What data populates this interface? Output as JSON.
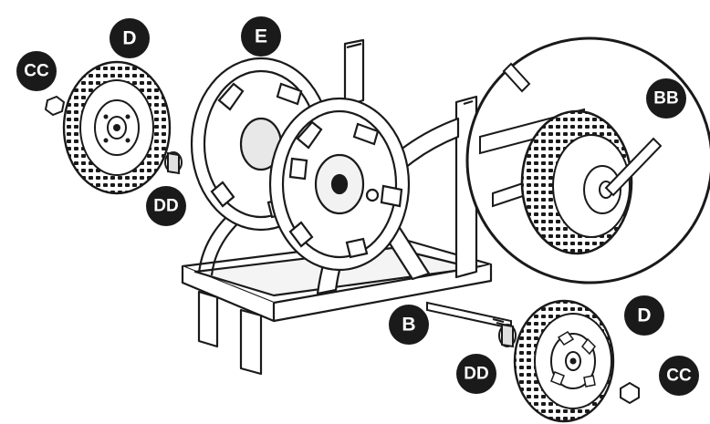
{
  "callouts": {
    "cc_left": "CC",
    "d_left": "D",
    "dd_left": "DD",
    "e": "E",
    "bb": "BB",
    "b": "B",
    "dd_right": "DD",
    "d_right": "D",
    "cc_right": "CC"
  },
  "colors": {
    "line": "#1a1a1a",
    "badge": "#1a1a1a",
    "badge_text": "#ffffff",
    "background": "#ffffff"
  }
}
